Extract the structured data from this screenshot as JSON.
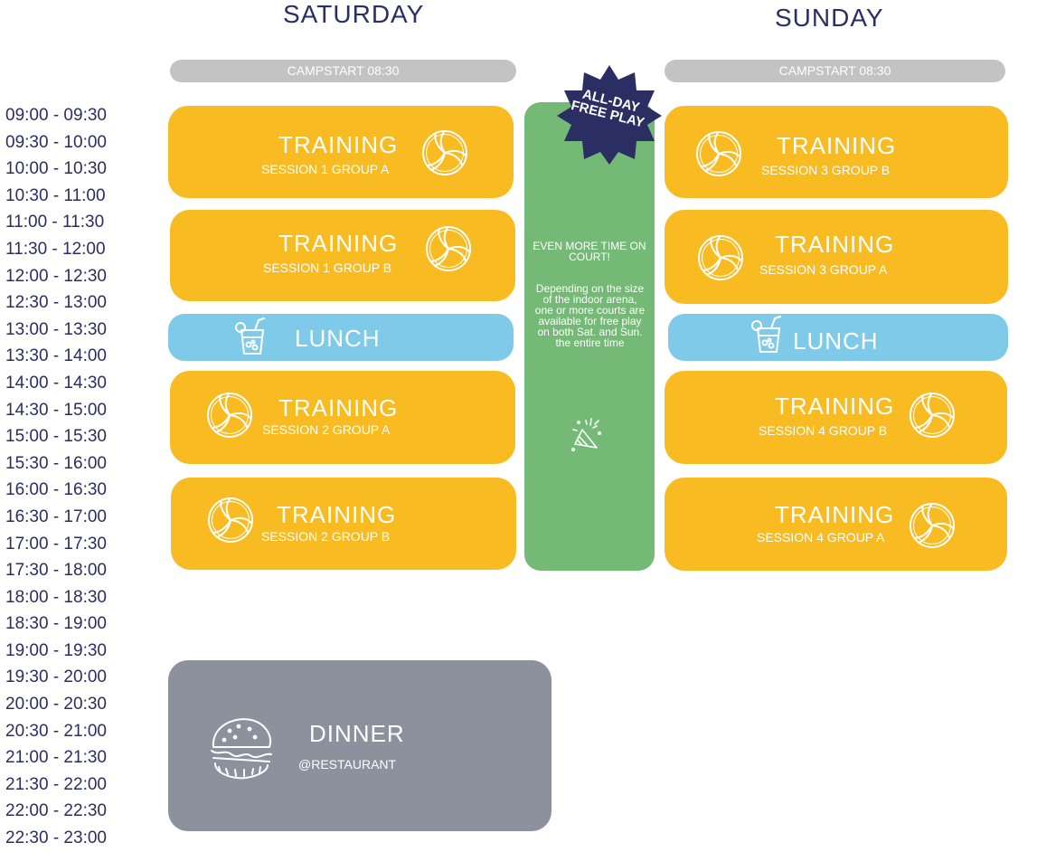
{
  "days": {
    "saturday": "SATURDAY",
    "sunday": "SUNDAY"
  },
  "campstart": {
    "saturday": "CAMPSTART 08:30",
    "sunday": "CAMPSTART 08:30"
  },
  "times": [
    "09:00 - 09:30",
    "09:30 - 10:00",
    "10:00 - 10:30",
    "10:30 - 11:00",
    "11:00 - 11:30",
    "11:30 - 12:00",
    "12:00 - 12:30",
    "12:30 - 13:00",
    "13:00 - 13:30",
    "13:30 - 14:00",
    "14:00 - 14:30",
    "14:30 - 15:00",
    "15:00 - 15:30",
    "15:30 - 16:00",
    "16:00 - 16:30",
    "16:30 - 17:00",
    "17:00 - 17:30",
    "17:30 - 18:00",
    "18:00 - 18:30",
    "18:30 - 19:00",
    "19:00 - 19:30",
    "19:30 - 20:00",
    "20:00 - 20:30",
    "20:30 - 21:00",
    "21:00 - 21:30",
    "21:30 - 22:00",
    "22:00 - 22:30",
    "22:30 - 23:00"
  ],
  "saturday": {
    "training1": {
      "title": "TRAINING",
      "sub": "SESSION 1 GROUP A"
    },
    "training2": {
      "title": "TRAINING",
      "sub": "SESSION 1 GROUP B"
    },
    "lunch": "LUNCH",
    "training3": {
      "title": "TRAINING",
      "sub": "SESSION 2 GROUP A"
    },
    "training4": {
      "title": "TRAINING",
      "sub": "SESSION 2 GROUP B"
    },
    "dinner": {
      "title": "DINNER",
      "sub": "@RESTAURANT"
    }
  },
  "sunday": {
    "training1": {
      "title": "TRAINING",
      "sub": "SESSION 3 GROUP B"
    },
    "training2": {
      "title": "TRAINING",
      "sub": "SESSION 3 GROUP A"
    },
    "lunch": "LUNCH",
    "training3": {
      "title": "TRAINING",
      "sub": "SESSION 4 GROUP B"
    },
    "training4": {
      "title": "TRAINING",
      "sub": "SESSION 4 GROUP A"
    }
  },
  "free_play": {
    "badge_line1": "ALL-DAY",
    "badge_line2": "FREE PLAY",
    "heading": "EVEN MORE TIME ON COURT!",
    "description": "Depending on the size of the indoor arena, one or more courts are available for free play on both Sat. and Sun. the entire time"
  },
  "icons": {
    "training": "volleyball-icon",
    "lunch": "drink-icon",
    "dinner": "burger-icon",
    "free_play": "party-popper-icon",
    "badge": "starburst-badge"
  },
  "colors": {
    "heading": "#2a2e62",
    "training": "#f8bb22",
    "lunch": "#7ecae8",
    "free_play": "#74b975",
    "dinner": "#8b919d",
    "campstart": "#c3c3c3",
    "badge": "#2a2e62"
  }
}
